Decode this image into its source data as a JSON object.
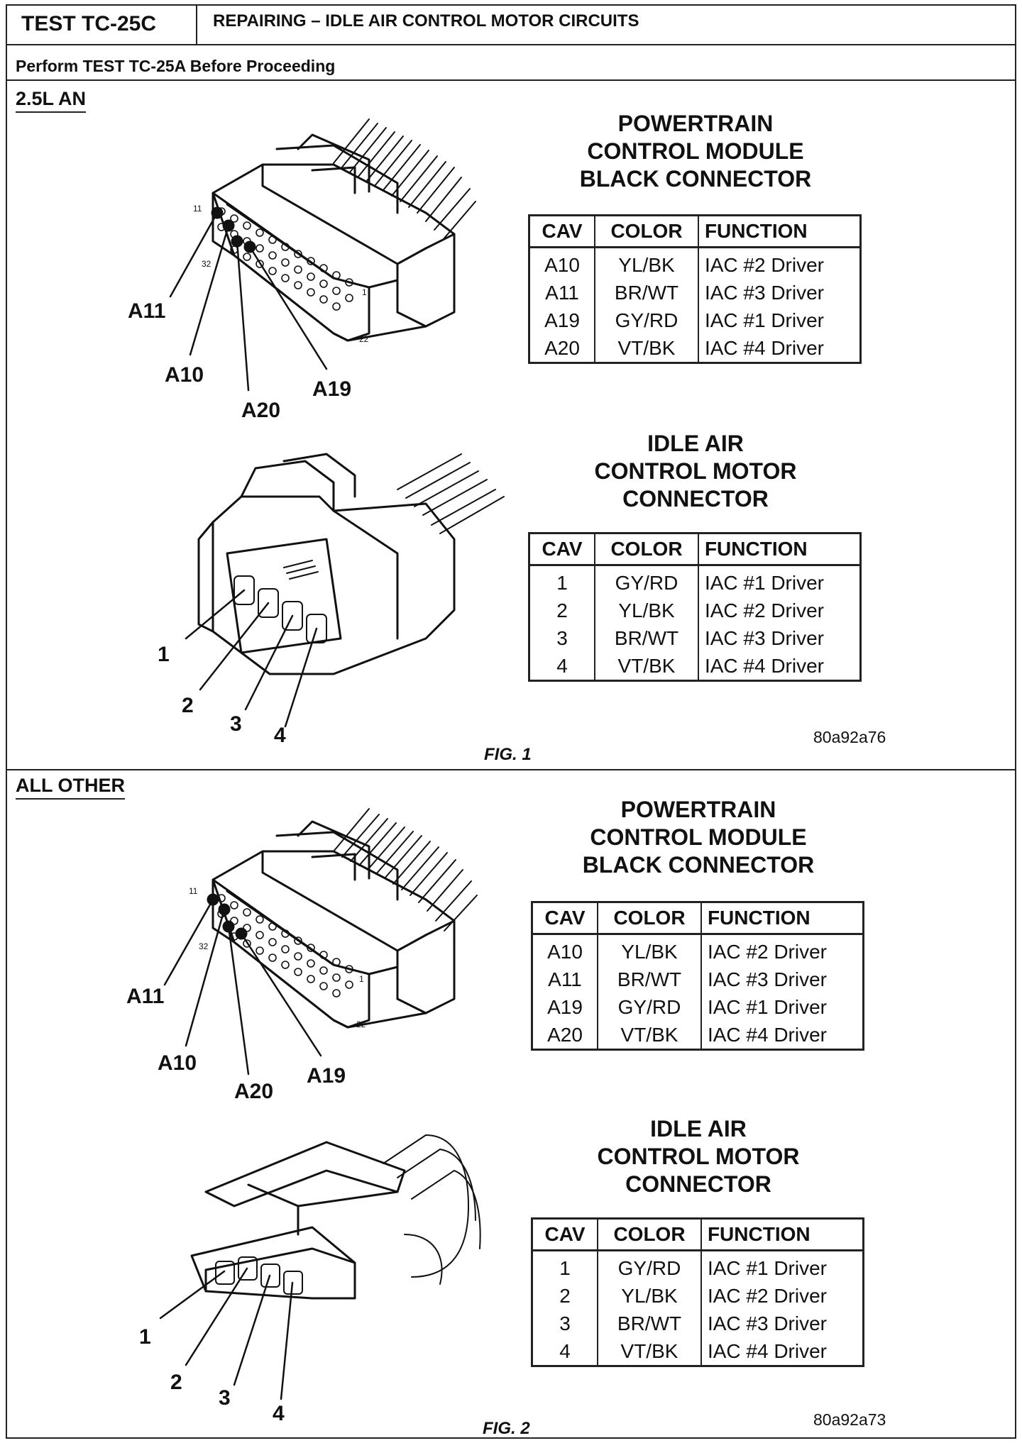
{
  "header": {
    "test_id": "TEST TC-25C",
    "title": "REPAIRING – IDLE AIR CONTROL MOTOR CIRCUITS",
    "prerequisite": "Perform TEST TC-25A Before Proceeding"
  },
  "sections": [
    {
      "label": "2.5L AN",
      "pcm": {
        "title_lines": [
          "POWERTRAIN",
          "CONTROL MODULE",
          "BLACK CONNECTOR"
        ],
        "columns": [
          "CAV",
          "COLOR",
          "FUNCTION"
        ],
        "rows": [
          [
            "A10",
            "YL/BK",
            "IAC #2 Driver"
          ],
          [
            "A11",
            "BR/WT",
            "IAC #3 Driver"
          ],
          [
            "A19",
            "GY/RD",
            "IAC #1 Driver"
          ],
          [
            "A20",
            "VT/BK",
            "IAC #4 Driver"
          ]
        ],
        "callouts": [
          "A11",
          "A10",
          "A20",
          "A19"
        ],
        "pin_numbers": [
          "11",
          "32",
          "1",
          "22"
        ]
      },
      "iac": {
        "title_lines": [
          "IDLE AIR",
          "CONTROL MOTOR",
          "CONNECTOR"
        ],
        "columns": [
          "CAV",
          "COLOR",
          "FUNCTION"
        ],
        "rows": [
          [
            "1",
            "GY/RD",
            "IAC #1 Driver"
          ],
          [
            "2",
            "YL/BK",
            "IAC #2 Driver"
          ],
          [
            "3",
            "BR/WT",
            "IAC #3 Driver"
          ],
          [
            "4",
            "VT/BK",
            "IAC #4 Driver"
          ]
        ],
        "callouts": [
          "1",
          "2",
          "3",
          "4"
        ]
      },
      "fig_caption": "FIG. 1",
      "fig_code": "80a92a76"
    },
    {
      "label": "ALL OTHER",
      "pcm": {
        "title_lines": [
          "POWERTRAIN",
          "CONTROL MODULE",
          "BLACK CONNECTOR"
        ],
        "columns": [
          "CAV",
          "COLOR",
          "FUNCTION"
        ],
        "rows": [
          [
            "A10",
            "YL/BK",
            "IAC #2 Driver"
          ],
          [
            "A11",
            "BR/WT",
            "IAC #3 Driver"
          ],
          [
            "A19",
            "GY/RD",
            "IAC #1 Driver"
          ],
          [
            "A20",
            "VT/BK",
            "IAC #4 Driver"
          ]
        ],
        "callouts": [
          "A11",
          "A10",
          "A20",
          "A19"
        ],
        "pin_numbers": [
          "11",
          "32",
          "1",
          "22"
        ]
      },
      "iac": {
        "title_lines": [
          "IDLE AIR",
          "CONTROL MOTOR",
          "CONNECTOR"
        ],
        "columns": [
          "CAV",
          "COLOR",
          "FUNCTION"
        ],
        "rows": [
          [
            "1",
            "GY/RD",
            "IAC #1 Driver"
          ],
          [
            "2",
            "YL/BK",
            "IAC #2 Driver"
          ],
          [
            "3",
            "BR/WT",
            "IAC #3 Driver"
          ],
          [
            "4",
            "VT/BK",
            "IAC #4 Driver"
          ]
        ],
        "callouts": [
          "1",
          "2",
          "3",
          "4"
        ]
      },
      "fig_caption": "FIG. 2",
      "fig_code": "80a92a73"
    }
  ]
}
